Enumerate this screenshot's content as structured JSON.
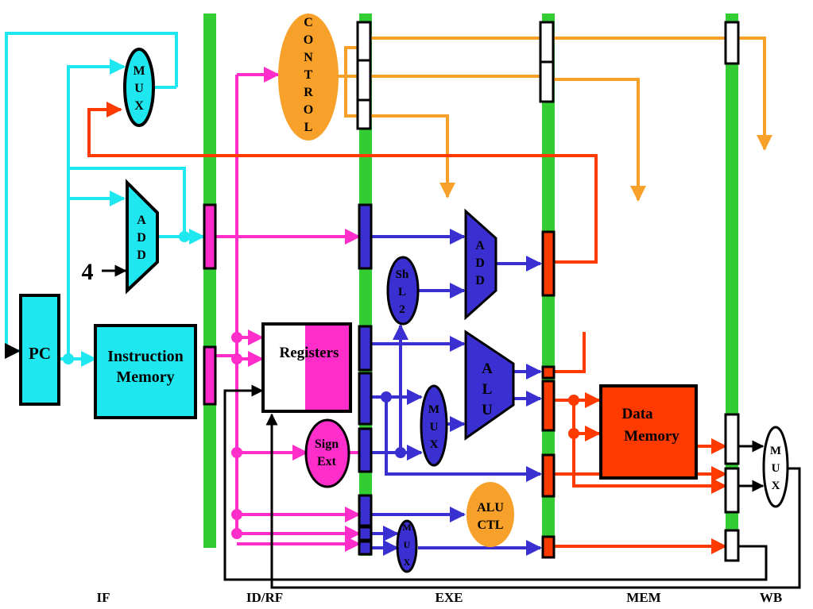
{
  "colors": {
    "cyan": "#1ee7f0",
    "magenta": "#ff2ecb",
    "orange": "#f7a02a",
    "red": "#ff3a00",
    "blue": "#3a2fd0",
    "pipeline_green": "#33cc33",
    "black": "#000000"
  },
  "blocks": {
    "pc": "PC",
    "instruction_memory_line1": "Instruction",
    "instruction_memory_line2": "Memory",
    "registers": "Registers",
    "data_memory_line1": "Data",
    "data_memory_line2": "Memory",
    "sign_ext_line1": "Sign",
    "sign_ext_line2": "Ext",
    "alu_ctl_line1": "ALU",
    "alu_ctl_line2": "CTL",
    "constant_four": "4"
  },
  "vertical_labels": {
    "control": [
      "C",
      "O",
      "N",
      "T",
      "R",
      "O",
      "L"
    ],
    "mux": [
      "M",
      "U",
      "X"
    ],
    "add": [
      "A",
      "D",
      "D"
    ],
    "alu": [
      "A",
      "L",
      "U"
    ],
    "shift_left_2": [
      "Sh",
      "L",
      "2"
    ]
  },
  "stages": [
    "IF",
    "ID/RF",
    "EXE",
    "MEM",
    "WB"
  ]
}
